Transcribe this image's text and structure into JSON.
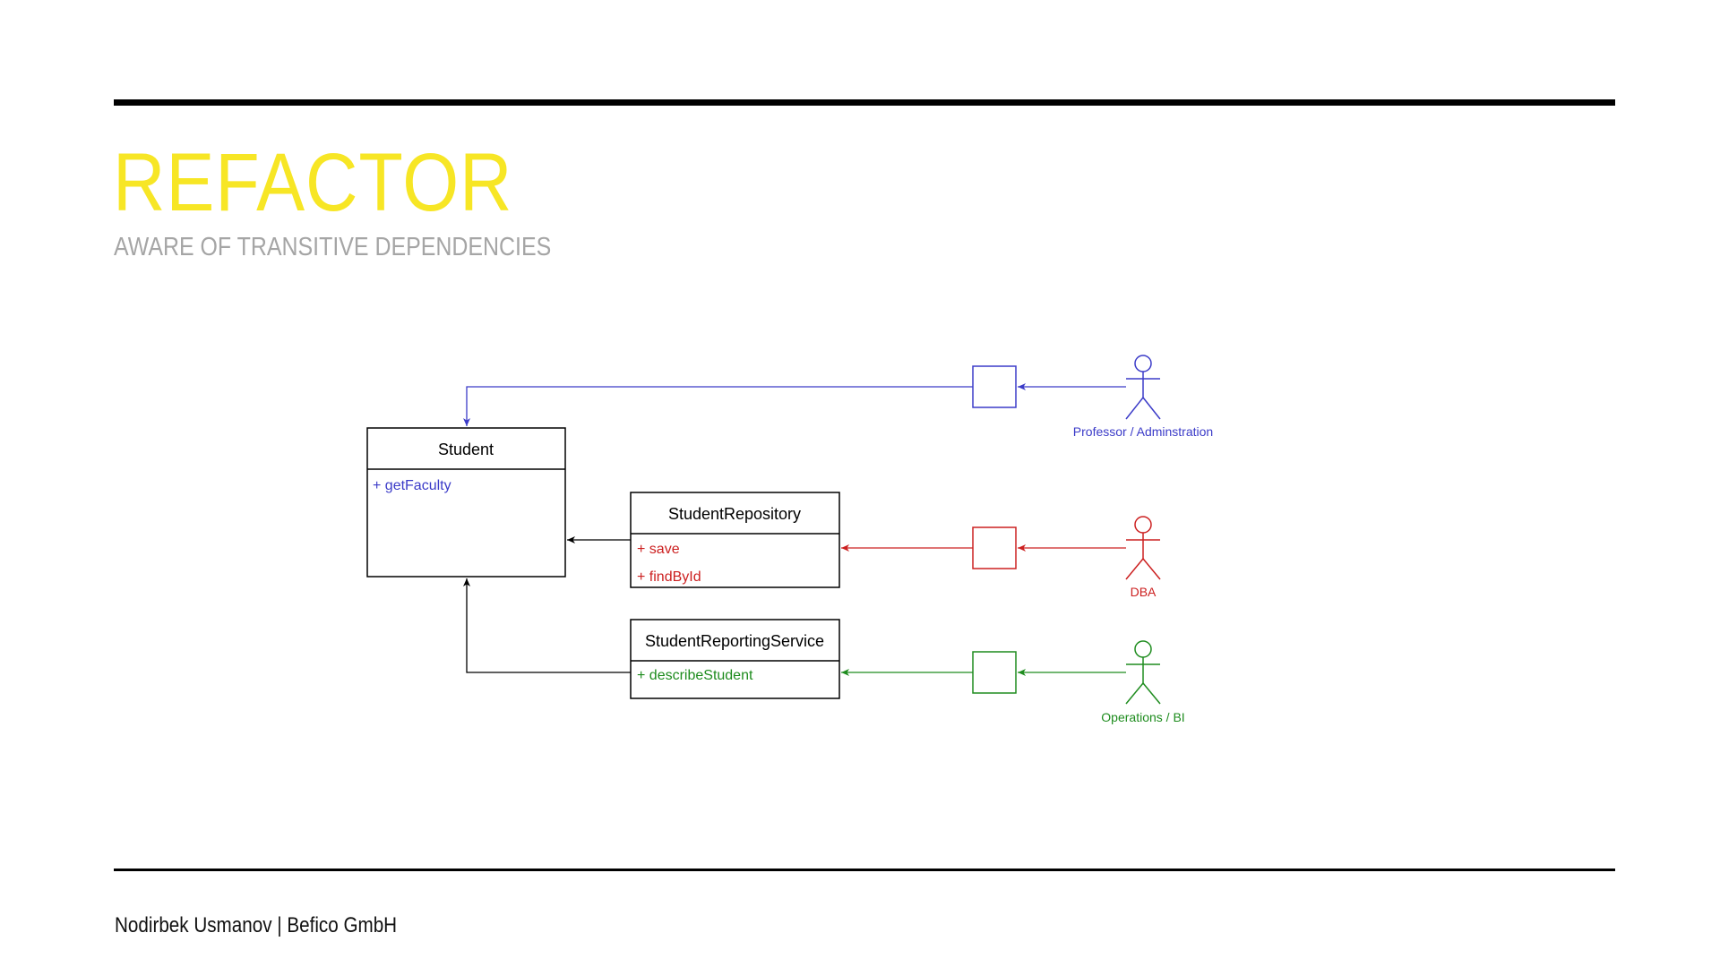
{
  "slide": {
    "title": "REFACTOR",
    "subtitle": "AWARE OF TRANSITIVE DEPENDENCIES",
    "footer": "Nodirbek Usmanov | Befico GmbH"
  },
  "colors": {
    "title": "#f7e625",
    "subtitle": "#a5a5a5",
    "blue": "#3b3bc8",
    "red": "#cc2020",
    "green": "#1e8c1e"
  },
  "diagram": {
    "classes": {
      "student": {
        "name": "Student",
        "members": [
          "+ getFaculty"
        ]
      },
      "repository": {
        "name": "StudentRepository",
        "members": [
          "+ save",
          "+ findById"
        ]
      },
      "reporting": {
        "name": "StudentReportingService",
        "members": [
          "+ describeStudent"
        ]
      }
    },
    "actors": {
      "professor": {
        "label": "Professor / Adminstration"
      },
      "dba": {
        "label": "DBA"
      },
      "operations": {
        "label": "Operations / BI"
      }
    }
  }
}
